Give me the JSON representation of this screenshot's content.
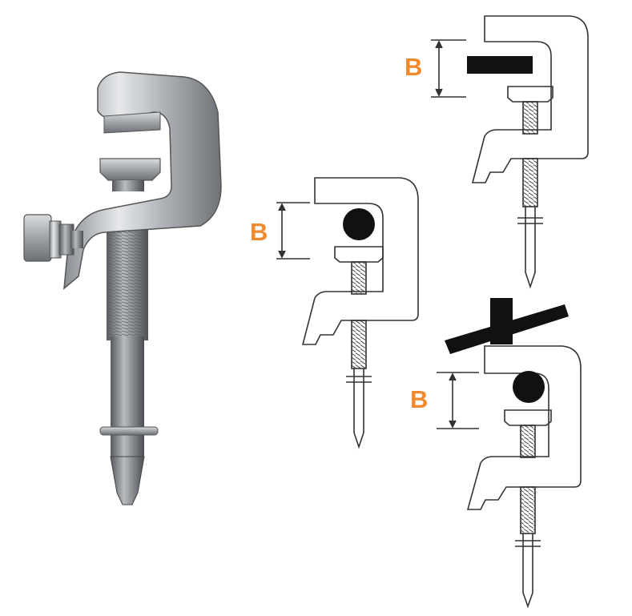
{
  "diagrams": [
    {
      "label": "B",
      "clamped_object": "flat-bar"
    },
    {
      "label": "B",
      "clamped_object": "round-rod"
    },
    {
      "label": "B",
      "clamped_object": "round-rod-with-crossbar"
    }
  ],
  "colors": {
    "label": "#f08a2c",
    "outline": "#333333",
    "fill_object": "#111111"
  }
}
